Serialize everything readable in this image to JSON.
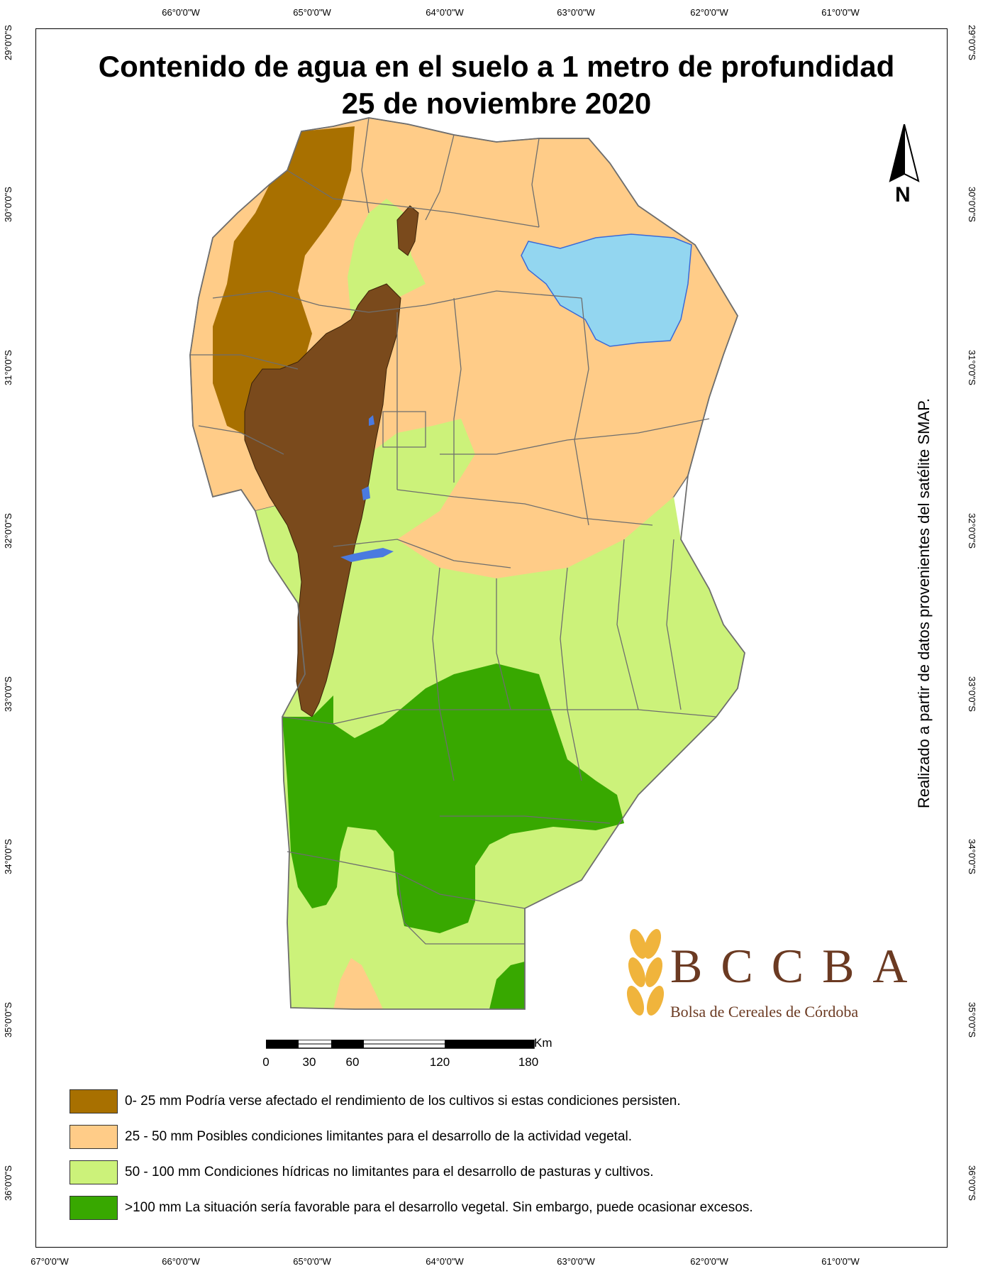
{
  "map": {
    "title_line1": "Contenido de agua en el suelo a 1 metro de profundidad",
    "title_line2": "25 de noviembre 2020",
    "side_note": "Realizado a partir de datos provenientes del satélite SMAP.",
    "north_label": "N",
    "lon_ticks_top": [
      "66°0'0\"W",
      "65°0'0\"W",
      "64°0'0\"W",
      "63°0'0\"W",
      "62°0'0\"W",
      "61°0'0\"W"
    ],
    "lon_ticks_bottom": [
      "67°0'0\"W",
      "66°0'0\"W",
      "65°0'0\"W",
      "64°0'0\"W",
      "63°0'0\"W",
      "62°0'0\"W",
      "61°0'0\"W"
    ],
    "lat_ticks": [
      "29°0'0\"S",
      "30°0'0\"S",
      "31°0'0\"S",
      "32°0'0\"S",
      "33°0'0\"S",
      "34°0'0\"S",
      "35°0'0\"S",
      "36°0'0\"S"
    ],
    "colors": {
      "class_0_25": "#a87000",
      "class_25_50": "#ffcc88",
      "class_50_100": "#ccf27a",
      "class_100": "#38a800",
      "elevation": "#7a4a1c",
      "lagoon": "#93d6f0",
      "boundary": "#6e6e6e"
    }
  },
  "scale": {
    "unit": "Km",
    "labels": [
      "0",
      "30",
      "60",
      "120",
      "180"
    ]
  },
  "legend": [
    {
      "text": "0- 25 mm Podría verse afectado el rendimiento de los cultivos si estas condiciones persisten.",
      "color": "#a87000"
    },
    {
      "text": "25 - 50 mm Posibles condiciones limitantes para el desarrollo de la actividad vegetal.",
      "color": "#ffcc88"
    },
    {
      "text": "50 - 100 mm Condiciones hídricas no limitantes para el desarrollo de pasturas y cultivos.",
      "color": "#ccf27a"
    },
    {
      "text": ">100 mm La situación sería favorable para el desarrollo vegetal. Sin embargo, puede ocasionar excesos.",
      "color": "#38a800"
    }
  ],
  "logo": {
    "name": "BCCBA",
    "subtitle": "Bolsa de Cereales de Córdoba",
    "color": "#6b3a22",
    "wheat_color": "#f0b43c"
  }
}
